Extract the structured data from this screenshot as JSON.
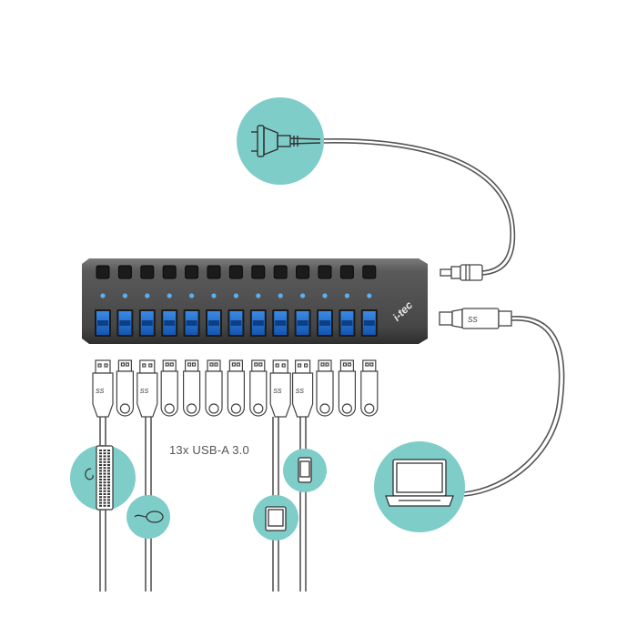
{
  "brand": "i-tec",
  "caption": "13x USB-A 3.0",
  "hub": {
    "port_count": 13
  },
  "connectors": {
    "usb_label": "SS",
    "usb_b_label": "SS"
  },
  "devices": [
    {
      "name": "power-adapter",
      "icon": "plug-icon"
    },
    {
      "name": "laptop",
      "icon": "laptop-icon"
    },
    {
      "name": "keyboard",
      "icon": "keyboard-icon"
    },
    {
      "name": "mouse",
      "icon": "mouse-icon"
    },
    {
      "name": "tablet",
      "icon": "tablet-icon"
    },
    {
      "name": "phone",
      "icon": "phone-icon"
    }
  ],
  "colors": {
    "circle": "#7ecdc9",
    "hub_body": "#4e4e4e",
    "port_blue": "#1e6fd0",
    "led": "#5ab0f0"
  }
}
